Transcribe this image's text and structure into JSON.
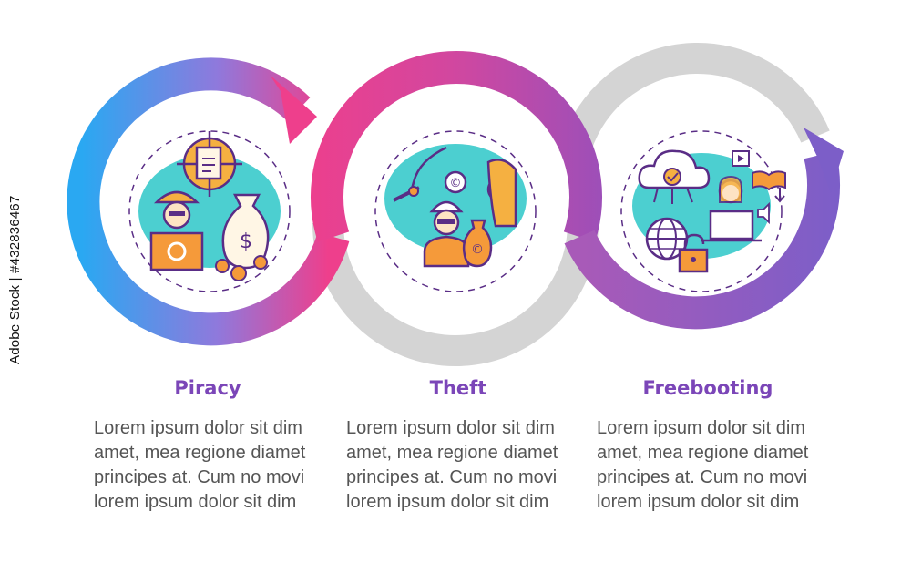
{
  "colors": {
    "gradient_start": "#2aa8f2",
    "gradient_mid": "#ee3f8c",
    "gradient_end": "#7c5ec8",
    "ring_gray": "#d4d4d4",
    "icon_teal": "#4ccfd0",
    "icon_outline": "#5a2d86",
    "icon_orange": "#f59a3a",
    "title": "#7b46b8",
    "body_text": "#555555"
  },
  "steps": [
    {
      "title": "Piracy",
      "icon": "piracy-icon",
      "lines": [
        "Lorem ipsum dolor sit dim",
        "amet, mea regione diamet",
        "principes at. Cum no movi",
        "lorem ipsum dolor sit dim"
      ]
    },
    {
      "title": "Theft",
      "icon": "theft-icon",
      "lines": [
        "Lorem ipsum dolor sit dim",
        "amet, mea regione diamet",
        "principes at. Cum no movi",
        "lorem ipsum dolor sit dim"
      ]
    },
    {
      "title": "Freebooting",
      "icon": "freebooting-icon",
      "lines": [
        "Lorem ipsum dolor sit dim",
        "amet, mea regione diamet",
        "principes at. Cum no movi",
        "lorem ipsum dolor sit dim"
      ]
    }
  ],
  "watermark": {
    "text": "Adobe Stock | #432836467"
  }
}
